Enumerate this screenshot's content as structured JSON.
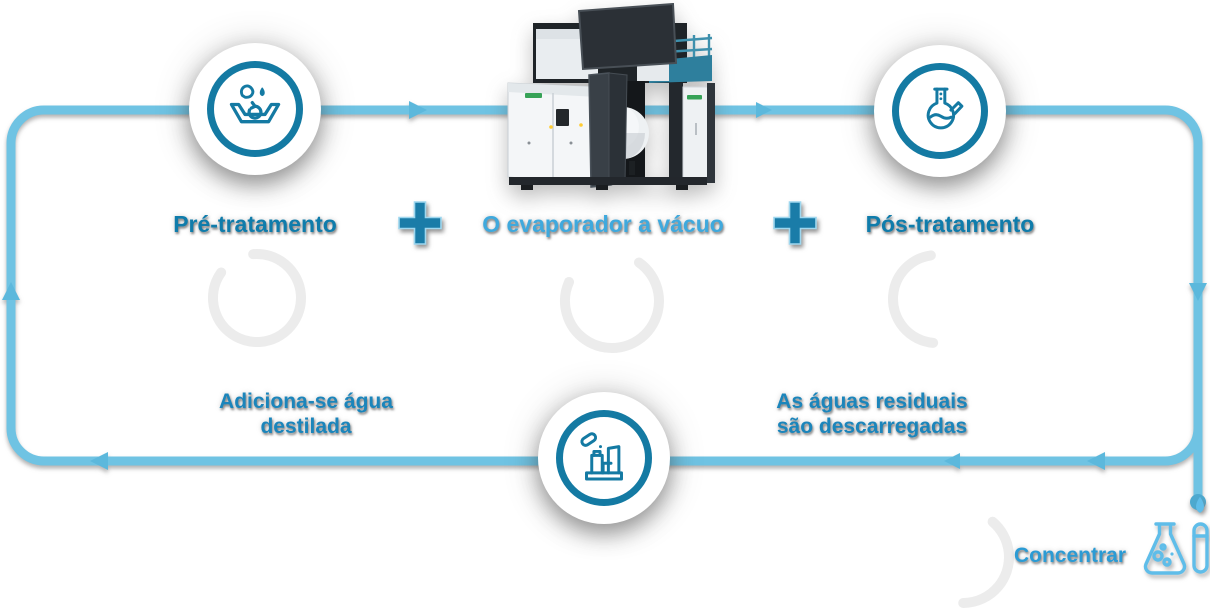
{
  "colors": {
    "line": "#6fc3e3",
    "arrow": "#5cb8dc",
    "connector_dot": "#4da9cf",
    "node_ring": "#147aa3",
    "heading_text": "#0f7cab",
    "link_text": "#3fa9dd",
    "note_text": "#1b85bb",
    "concentrate_text": "#2b9bd4",
    "concentrate_icon": "#5fbde9",
    "ghost_ring": "#ececec"
  },
  "flow": {
    "pre_treatment": {
      "label": "Pré-tratamento",
      "icon": "basin-recycle-icon"
    },
    "evaporator": {
      "label": "O evaporador a vácuo",
      "icon": "vacuum-evaporator-machine"
    },
    "post_treatment": {
      "label": "Pós-tratamento",
      "icon": "round-flask-icon"
    },
    "discharge": {
      "icon": "factory-icon"
    }
  },
  "operators": {
    "plus": "+"
  },
  "annotations": {
    "add_water": {
      "line1": "Adiciona-se água",
      "line2": "destilada"
    },
    "wastewater": {
      "line1": "As águas residuais",
      "line2": "são descarregadas"
    },
    "concentrate": {
      "label": "Concentrar",
      "icon": "flask-testtube-icon"
    }
  }
}
